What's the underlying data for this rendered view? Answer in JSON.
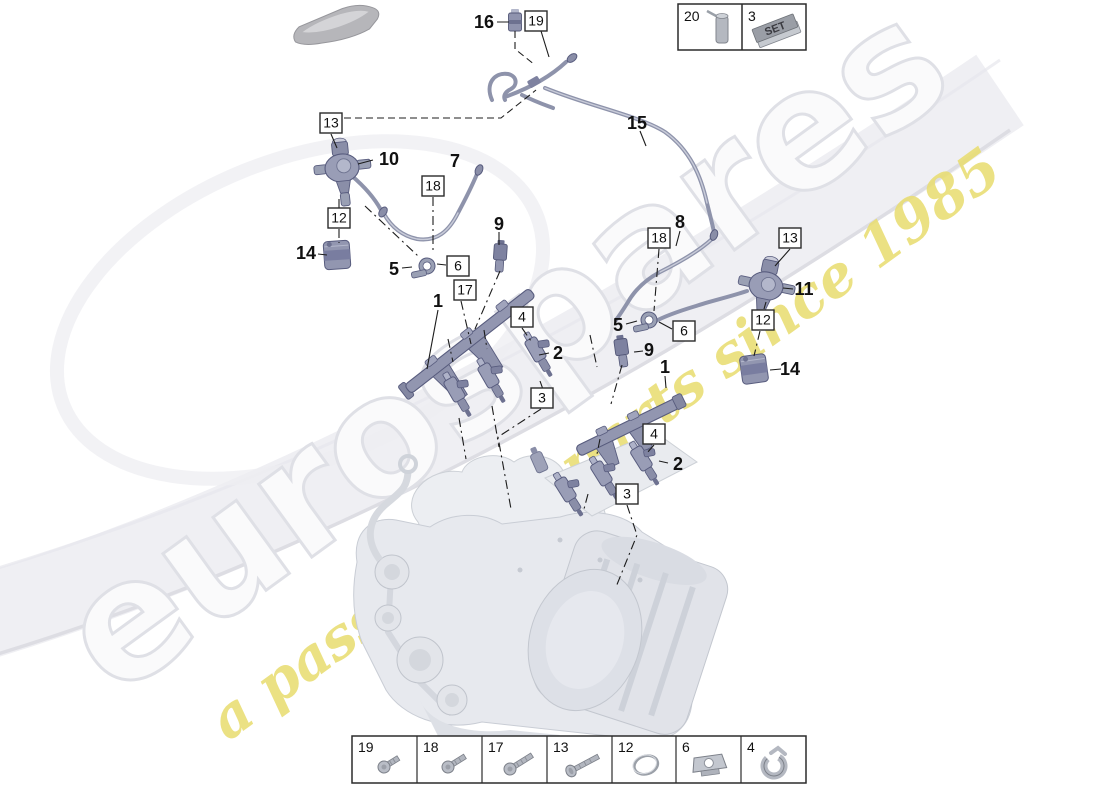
{
  "diagram": {
    "background": "#ffffff"
  },
  "watermark": {
    "brand": "eurospares",
    "tagline": "a passion for parts since 1985",
    "brand_fill": "#fafafb",
    "brand_outline": "#dfe0e6",
    "tagline_color": "#e9dd72"
  },
  "kit": {
    "cells": [
      {
        "num": "20",
        "icon": "spray-can-icon"
      },
      {
        "num": "3",
        "icon": "set-block-icon",
        "block_label": "SET"
      }
    ]
  },
  "legend": {
    "cells": [
      {
        "num": "19",
        "icon": "flange-screw-short-icon"
      },
      {
        "num": "18",
        "icon": "flange-screw-medium-icon"
      },
      {
        "num": "17",
        "icon": "flange-screw-long-icon"
      },
      {
        "num": "13",
        "icon": "pan-head-screw-icon"
      },
      {
        "num": "12",
        "icon": "o-ring-icon"
      },
      {
        "num": "6",
        "icon": "cage-nut-icon"
      },
      {
        "num": "4",
        "icon": "retaining-clamp-icon"
      }
    ]
  },
  "callouts": [
    {
      "num": "16",
      "style": "plain"
    },
    {
      "num": "19",
      "style": "boxed"
    },
    {
      "num": "13",
      "style": "boxed"
    },
    {
      "num": "10",
      "style": "plain"
    },
    {
      "num": "12",
      "style": "boxed"
    },
    {
      "num": "14",
      "style": "plain"
    },
    {
      "num": "7",
      "style": "plain"
    },
    {
      "num": "18",
      "style": "boxed"
    },
    {
      "num": "5",
      "style": "plain"
    },
    {
      "num": "6",
      "style": "boxed"
    },
    {
      "num": "9",
      "style": "plain"
    },
    {
      "num": "1",
      "style": "plain"
    },
    {
      "num": "17",
      "style": "boxed"
    },
    {
      "num": "4",
      "style": "boxed"
    },
    {
      "num": "2",
      "style": "plain"
    },
    {
      "num": "3",
      "style": "boxed"
    },
    {
      "num": "15",
      "style": "plain"
    },
    {
      "num": "8",
      "style": "plain"
    },
    {
      "num": "18",
      "style": "boxed"
    },
    {
      "num": "5",
      "style": "plain"
    },
    {
      "num": "6",
      "style": "boxed"
    },
    {
      "num": "9",
      "style": "plain"
    },
    {
      "num": "1",
      "style": "plain"
    },
    {
      "num": "13",
      "style": "boxed"
    },
    {
      "num": "11",
      "style": "plain"
    },
    {
      "num": "12",
      "style": "boxed"
    },
    {
      "num": "14",
      "style": "plain"
    },
    {
      "num": "4",
      "style": "boxed"
    },
    {
      "num": "2",
      "style": "plain"
    },
    {
      "num": "3",
      "style": "boxed"
    }
  ]
}
